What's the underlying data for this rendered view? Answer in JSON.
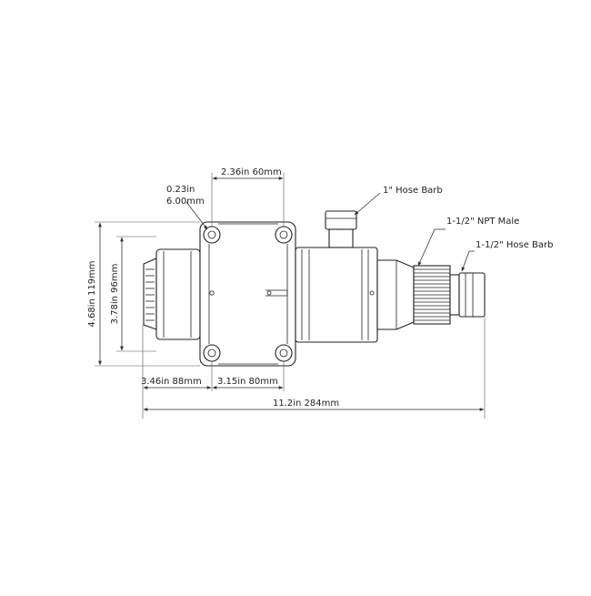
{
  "dimensions": {
    "top_width": "2.36in 60mm",
    "hole_line1": "0.23in",
    "hole_line2": "6.00mm",
    "overall_height": "4.68in 119mm",
    "inner_height": "3.78in 96mm",
    "left_offset": "3.46in 88mm",
    "mount_spacing": "3.15in 80mm",
    "overall_length": "11.2in 284mm"
  },
  "callouts": {
    "hose_barb_1in": "1\" Hose Barb",
    "npt_male": "1-1/2\" NPT Male",
    "hose_barb_1_5in": "1-1/2\" Hose Barb"
  },
  "colors": {
    "line": "#222222",
    "background": "#ffffff"
  }
}
